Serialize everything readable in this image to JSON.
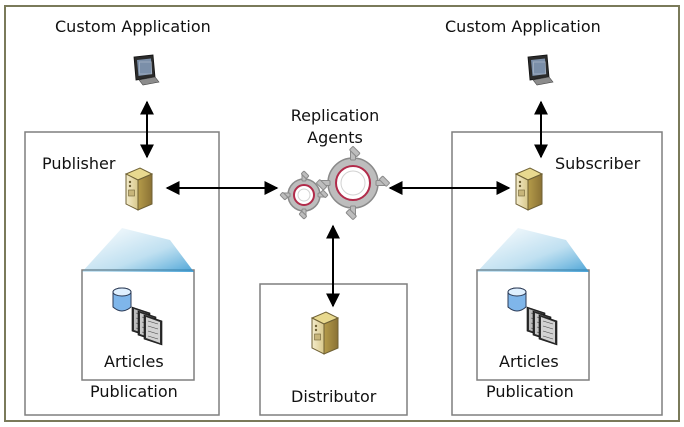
{
  "labels": {
    "custom_app_left": "Custom Application",
    "custom_app_right": "Custom Application",
    "replication_agents_line1": "Replication",
    "replication_agents_line2": "Agents",
    "publisher": "Publisher",
    "subscriber": "Subscriber",
    "distributor": "Distributor",
    "articles_left": "Articles",
    "articles_right": "Articles",
    "publication_left": "Publication",
    "publication_right": "Publication"
  },
  "colors": {
    "frame_border": "#7a7a5a",
    "box_border": "#7f7f7f",
    "arrow": "#000000",
    "server_body": "#e7dba6",
    "server_dark": "#8b7c44",
    "beam": "#4aa6d6",
    "gear_outer": "#9b9b9b",
    "gear_ring": "#b12b4a",
    "monitor_screen": "#7b8fa9"
  },
  "icons": {
    "monitor": "monitor-icon",
    "server": "server-icon",
    "gears": "gears-icon",
    "database": "database-icon",
    "articles": "articles-stack-icon"
  }
}
